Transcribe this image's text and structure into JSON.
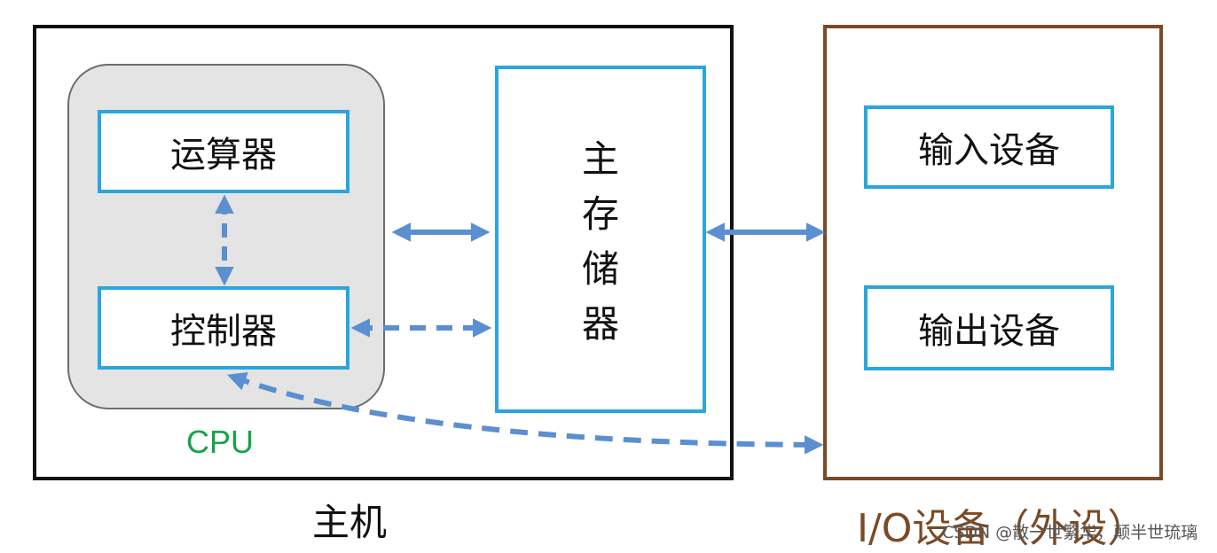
{
  "host": {
    "label": "主机"
  },
  "cpu": {
    "label": "CPU",
    "alu": "运算器",
    "control_unit": "控制器"
  },
  "main_memory": {
    "label": "主存储器"
  },
  "io": {
    "label": "I/O设备（外设）",
    "input": "输入设备",
    "output": "输出设备"
  },
  "watermark": "CSDN @散一世繁华，颠半世琉璃",
  "colors": {
    "box_border": "#2aa6de",
    "arrow": "#5b8fd0",
    "host_border": "#111111",
    "io_border": "#7a4a26",
    "cpu_label": "#16a34a",
    "cpu_bg": "#e4e4e4"
  }
}
